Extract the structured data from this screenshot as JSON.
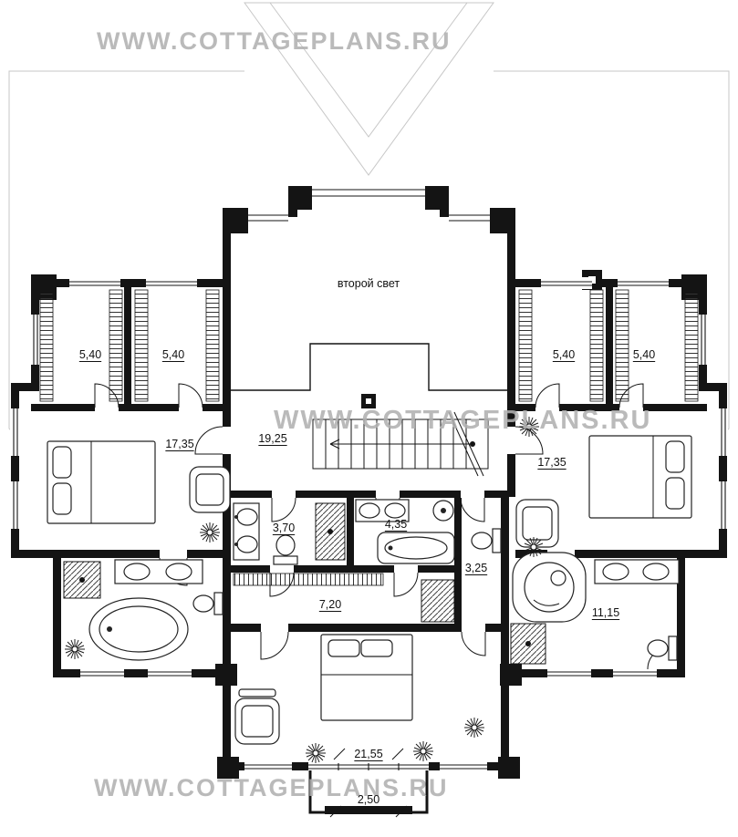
{
  "watermarks": [
    {
      "position": "top",
      "text": "WWW.COTTAGEPLANS.RU"
    },
    {
      "position": "middle",
      "text": "WWW.COTTAGEPLANS.RU"
    },
    {
      "position": "bottom",
      "text": "WWW.COTTAGEPLANS.RU"
    }
  ],
  "plan": {
    "floor_note": "второй свет",
    "rooms": [
      {
        "name": "wardrobe-left-outer",
        "area": "5,40"
      },
      {
        "name": "wardrobe-left-inner",
        "area": "5,40"
      },
      {
        "name": "wardrobe-right-inner",
        "area": "5,40"
      },
      {
        "name": "wardrobe-right-outer",
        "area": "5,40"
      },
      {
        "name": "bedroom-left",
        "area": "17,35"
      },
      {
        "name": "stair-hall",
        "area": "19,25"
      },
      {
        "name": "bedroom-right",
        "area": "17,35"
      },
      {
        "name": "bathroom-center-left",
        "area": "3,70"
      },
      {
        "name": "bathroom-center-right",
        "area": "4,35"
      },
      {
        "name": "wc",
        "area": "3,25"
      },
      {
        "name": "corridor",
        "area": "7,20"
      },
      {
        "name": "bathroom-right",
        "area": "11,15"
      },
      {
        "name": "bedroom-bottom",
        "area": "21,55"
      },
      {
        "name": "balcony",
        "area": "2,50"
      }
    ]
  }
}
